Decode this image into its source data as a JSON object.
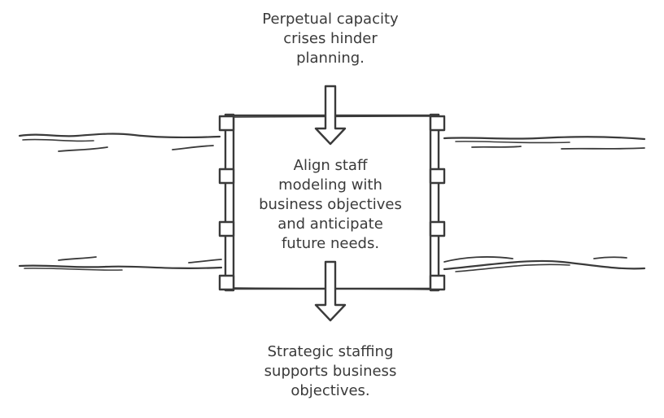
{
  "diagram": {
    "top_text": {
      "lines": [
        "Perpetual capacity",
        "crises hinder",
        "planning."
      ]
    },
    "center_text": {
      "lines": [
        "Align staff",
        "modeling with",
        "business objectives",
        "and anticipate",
        "future needs."
      ]
    },
    "bottom_text": {
      "lines": [
        "Strategic staffing",
        "supports business",
        "objectives."
      ]
    },
    "colors": {
      "stroke": "#3a3a3a",
      "background": "#ffffff"
    }
  }
}
